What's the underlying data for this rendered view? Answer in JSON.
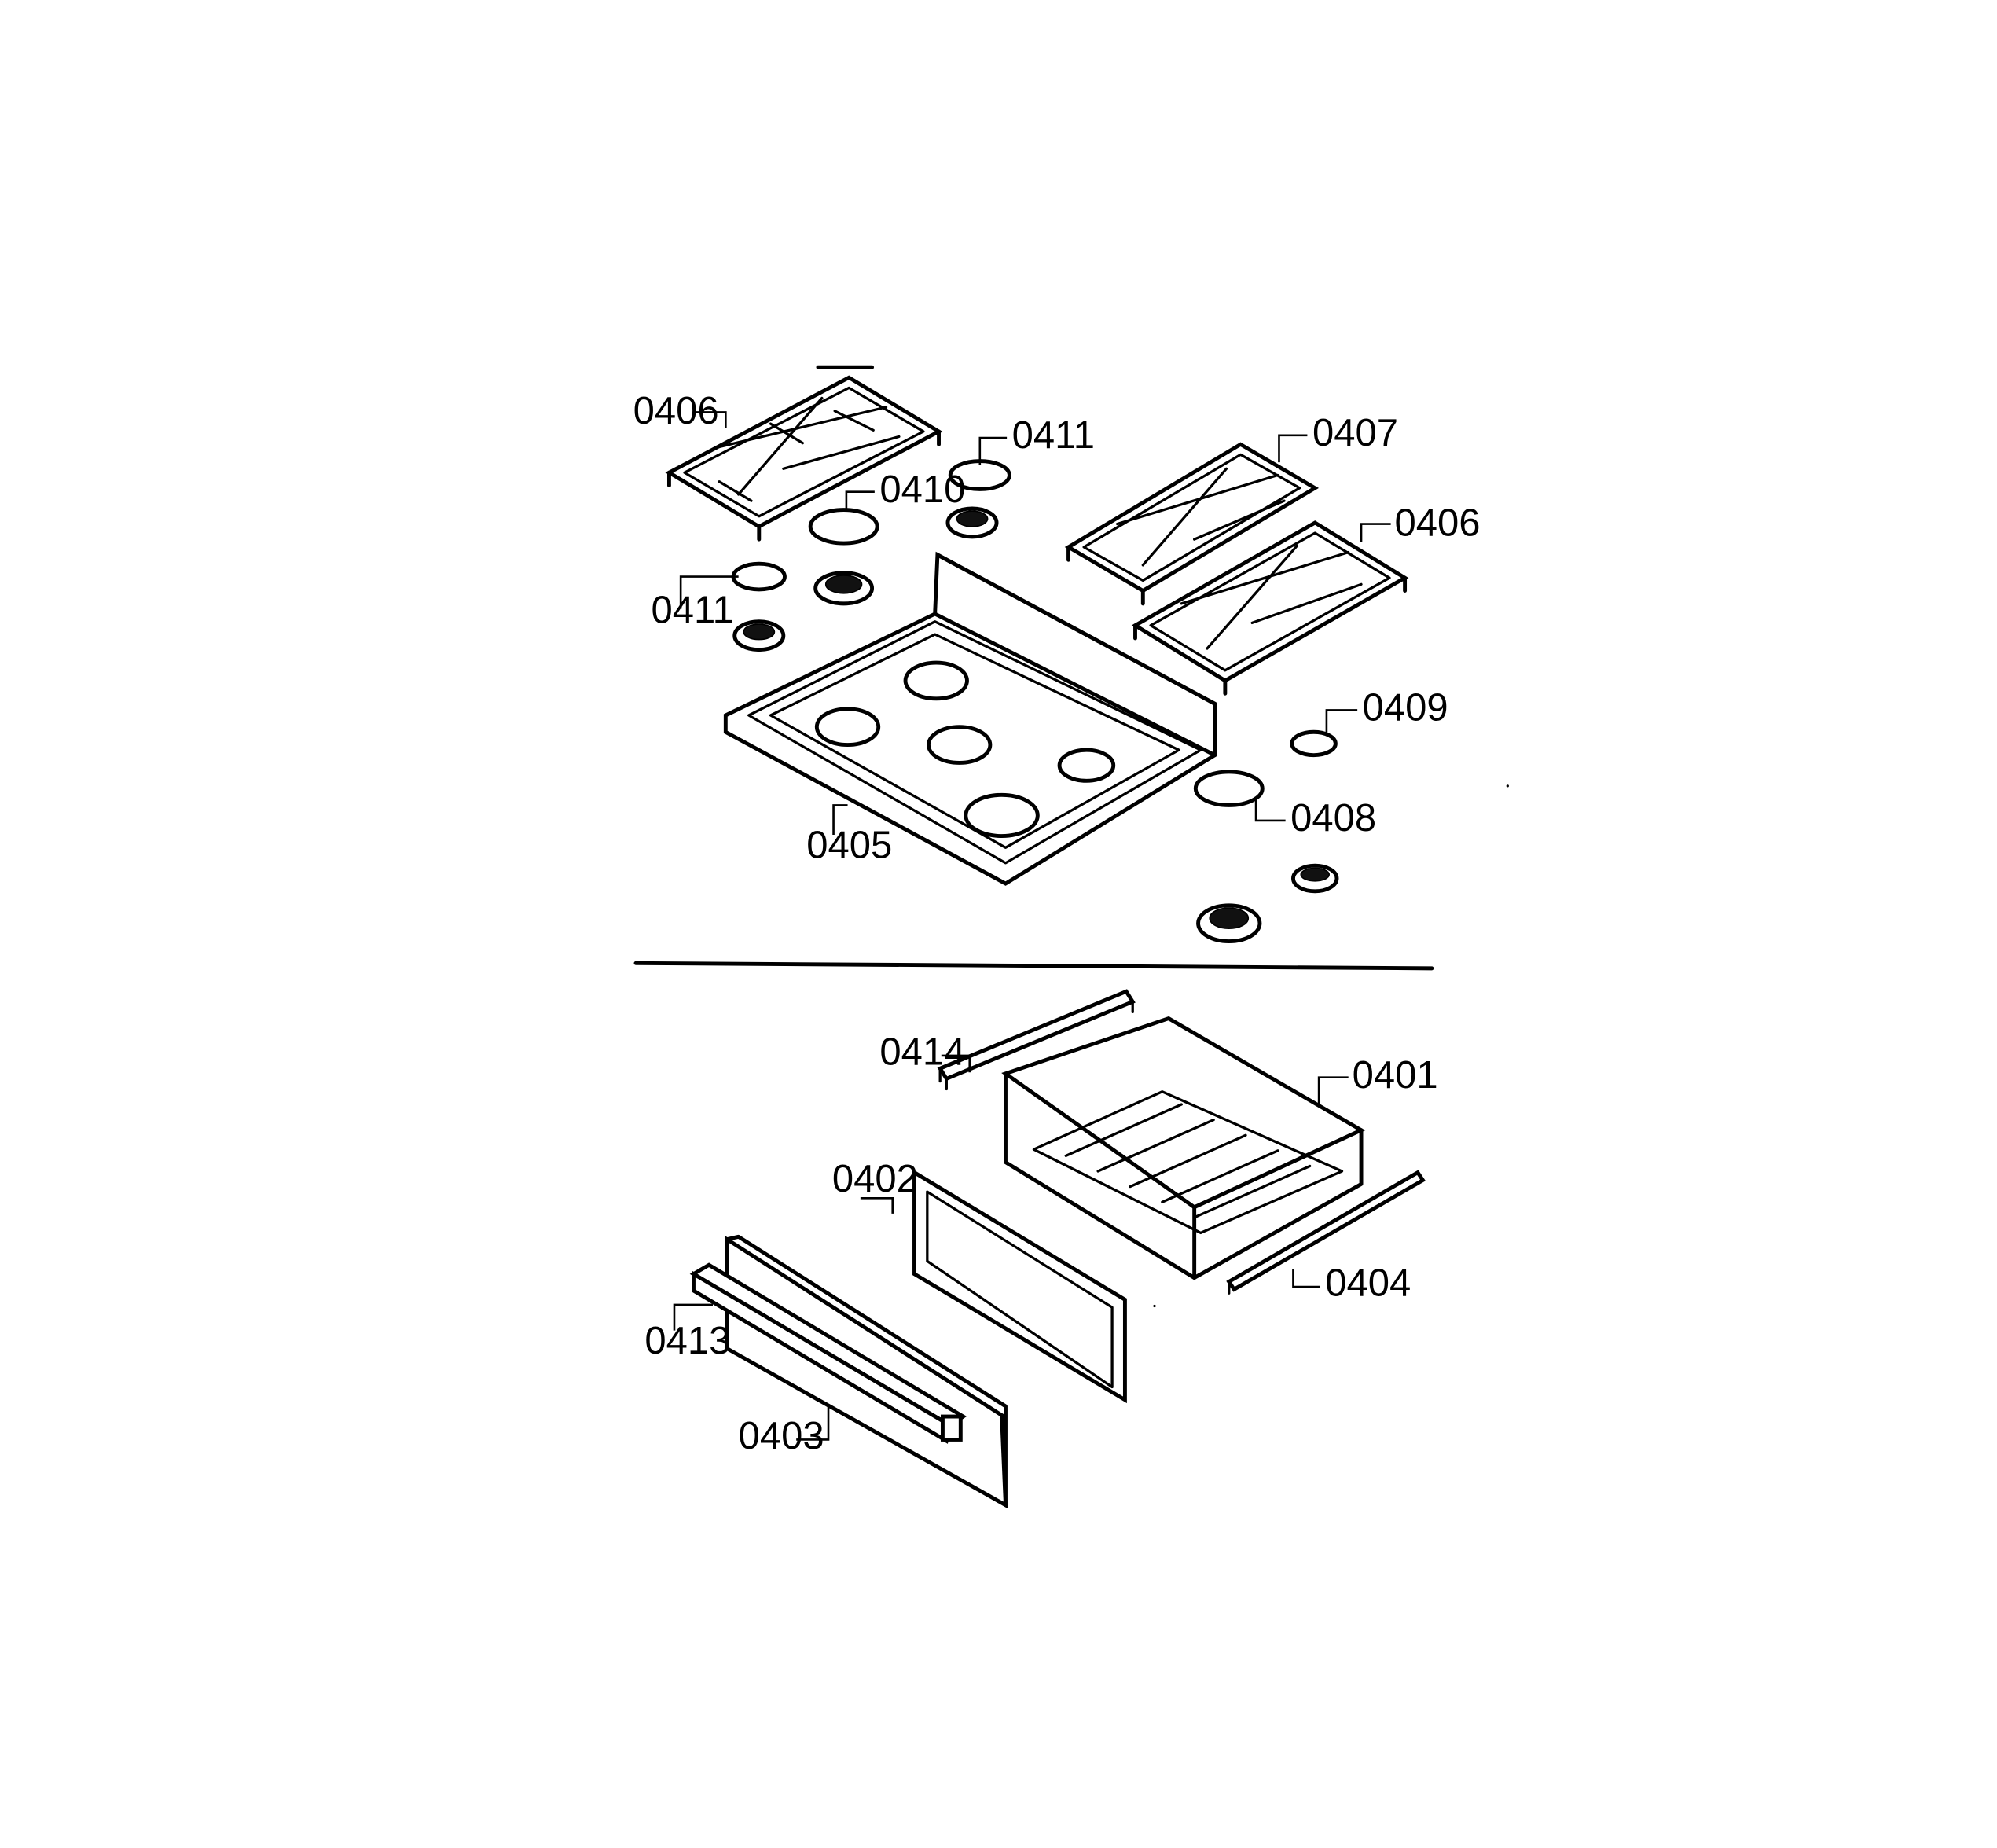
{
  "callouts": {
    "c0406a": "0406",
    "c0411a": "0411",
    "c0410": "0410",
    "c0411b": "0411",
    "c0407": "0407",
    "c0406b": "0406",
    "c0409": "0409",
    "c0408": "0408",
    "c0405": "0405",
    "c0414": "0414",
    "c0401": "0401",
    "c0402": "0402",
    "c0404": "0404",
    "c0413": "0413",
    "c0403": "0403"
  },
  "colors": {
    "ink": "#000000",
    "paper": "#ffffff"
  }
}
